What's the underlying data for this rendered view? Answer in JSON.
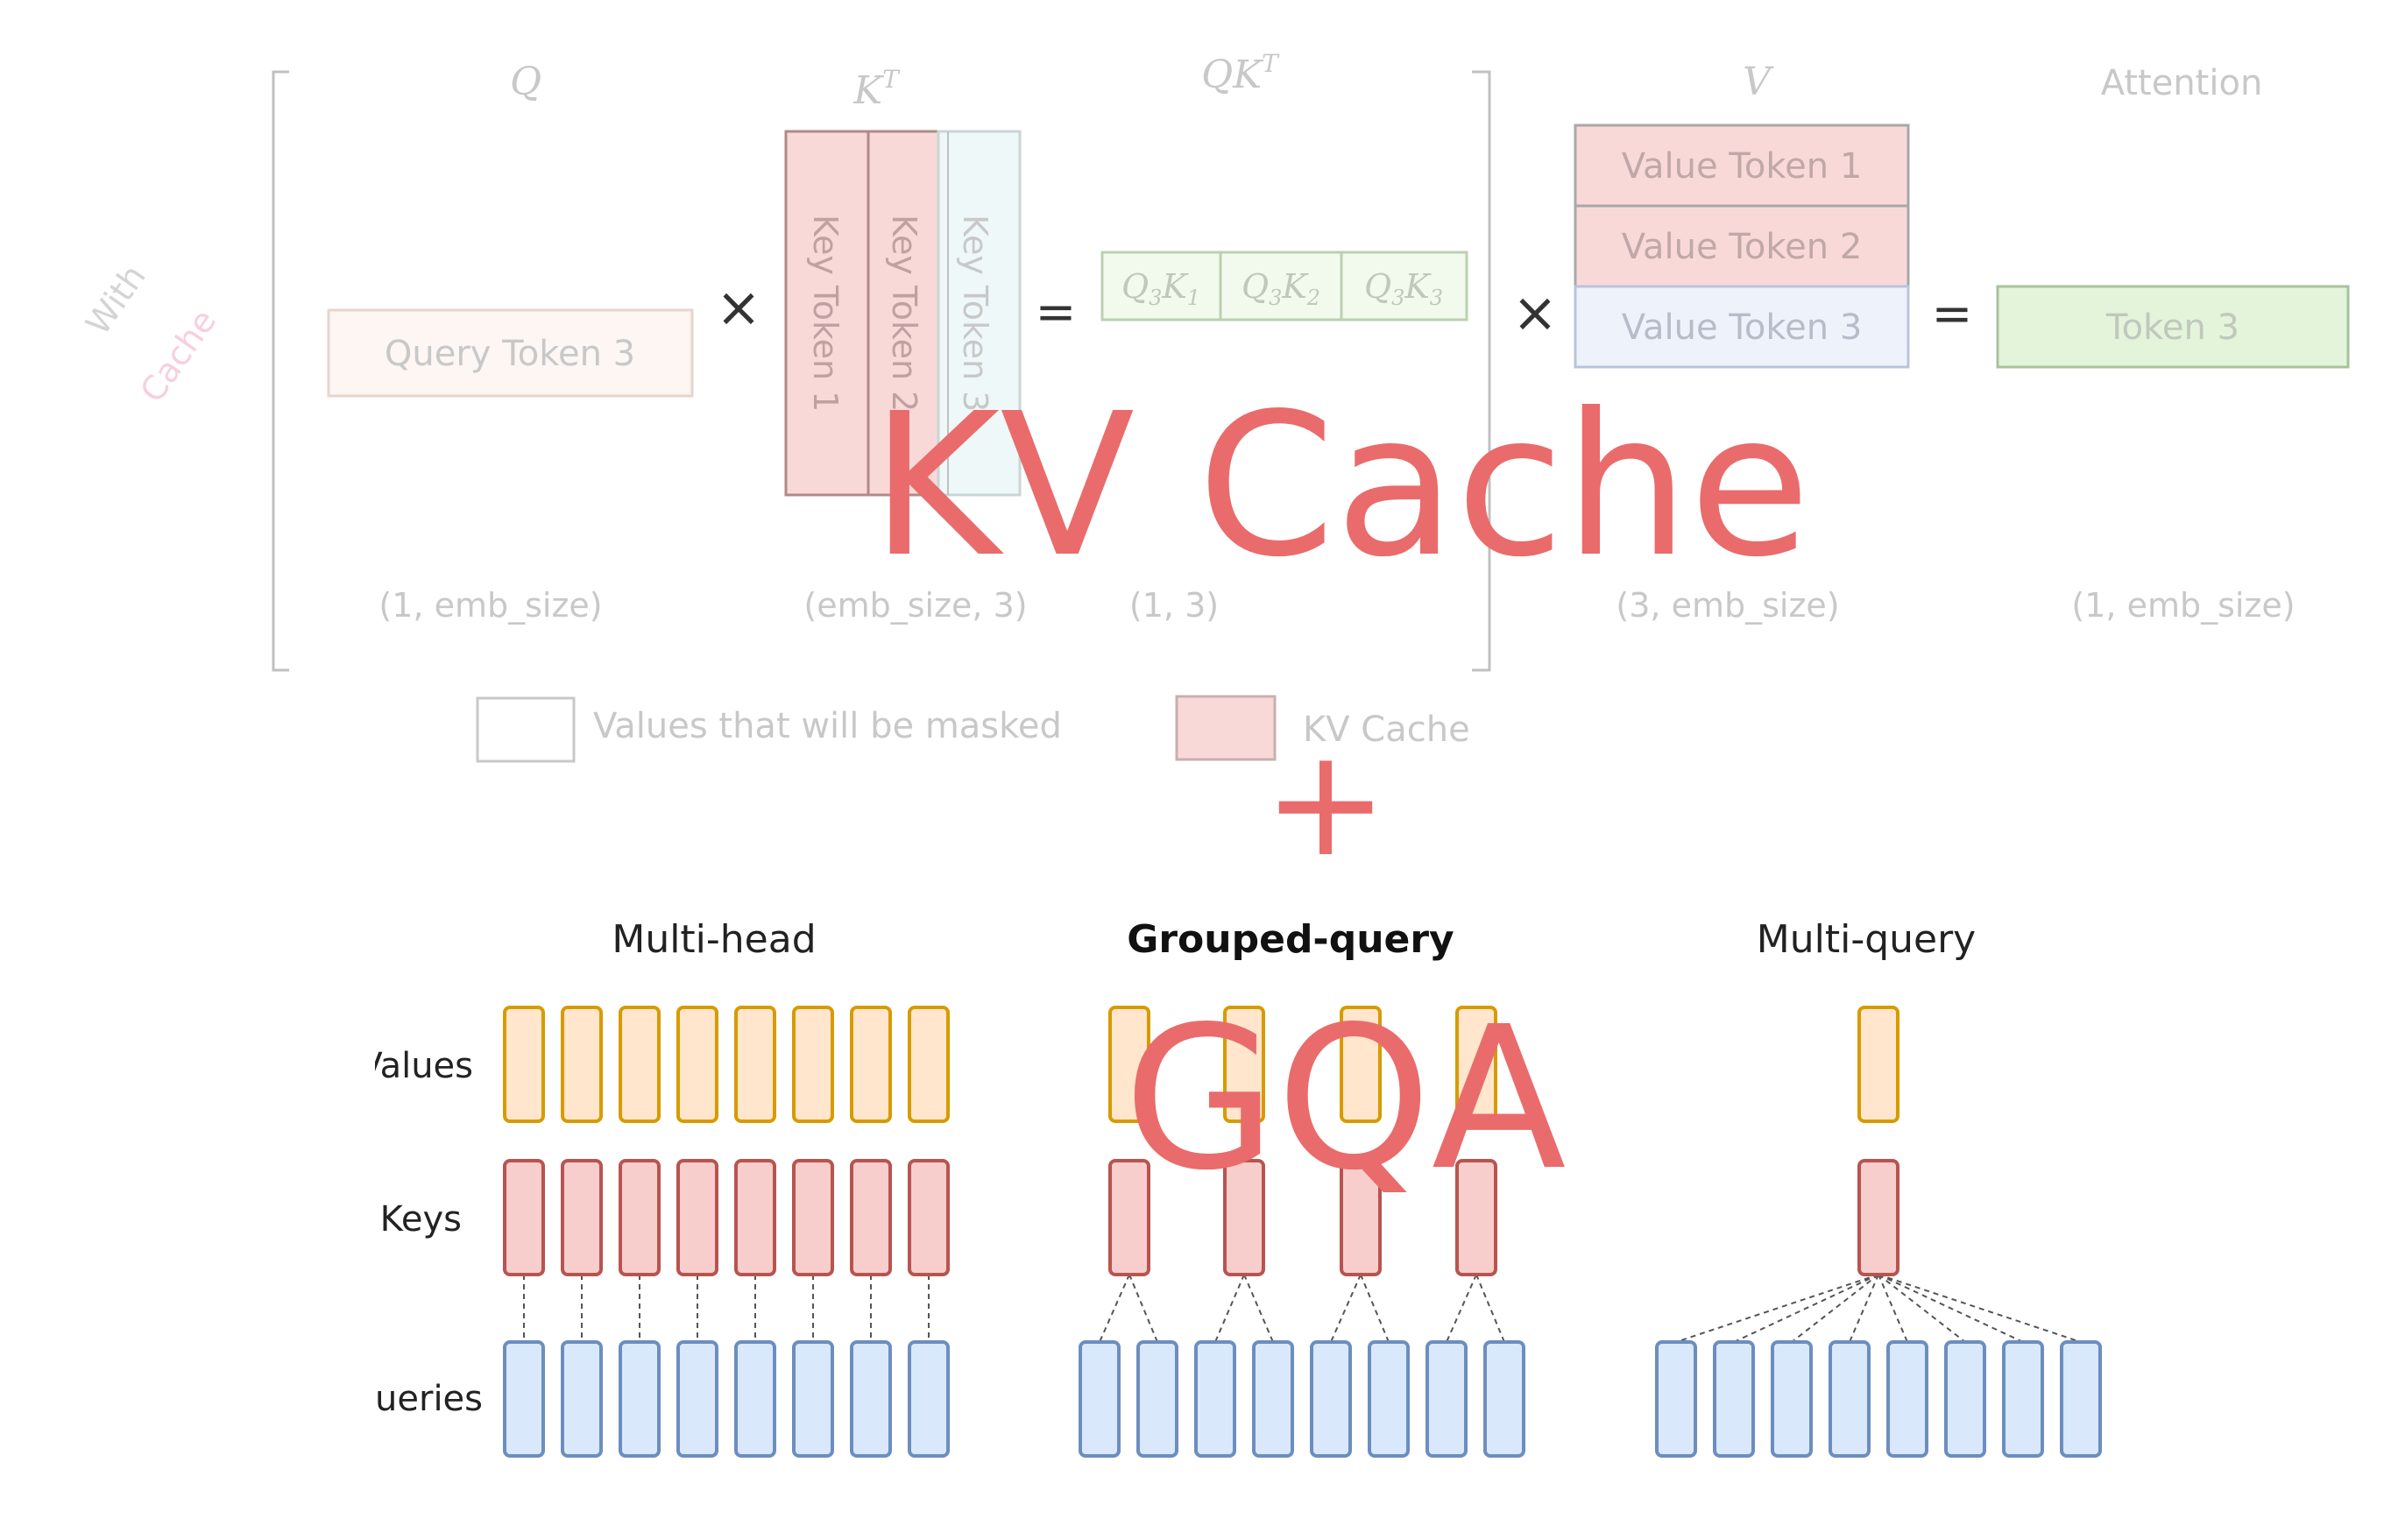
{
  "kv_section": {
    "side_label_with": "With",
    "side_label_cache": "Cache",
    "headers": {
      "q": "Q",
      "kt": "K",
      "kt_sup": "T",
      "qkt": "QK",
      "qkt_sup": "T",
      "v": "V",
      "attention": "Attention"
    },
    "query_token": "Query Token 3",
    "key_tokens": [
      "Key Token 1",
      "Key Token 2",
      "Key Token 3"
    ],
    "qk_cells": [
      {
        "q": "Q",
        "qs": "3",
        "k": "K",
        "ks": "1"
      },
      {
        "q": "Q",
        "qs": "3",
        "k": "K",
        "ks": "2"
      },
      {
        "q": "Q",
        "qs": "3",
        "k": "K",
        "ks": "3"
      }
    ],
    "value_tokens": [
      "Value Token 1",
      "Value Token 2",
      "Value Token 3"
    ],
    "result_token": "Token 3",
    "operators": {
      "times": "×",
      "equals": "="
    },
    "dims": {
      "q": "(1, emb_size)",
      "kt": "(emb_size, 3)",
      "qkt": "(1, 3)",
      "v": "(3, emb_size)",
      "attention": "(1, emb_size)"
    },
    "legend": {
      "masked": "Values that will be masked",
      "kv_cache": "KV Cache"
    }
  },
  "overlay": {
    "kv_cache_title": "KV Cache",
    "plus": "+",
    "gqa_title": "GQA",
    "color": "#ea6b6b"
  },
  "gqa_section": {
    "titles": {
      "multi_head": "Multi-head",
      "grouped_query": "Grouped-query",
      "multi_query": "Multi-query"
    },
    "row_labels": {
      "values": "Values",
      "keys": "Keys",
      "queries": "Queries"
    },
    "heads": 8,
    "groups": 4
  },
  "colors": {
    "value_fill": "#ffe6cc",
    "value_stroke": "#d79b00",
    "key_fill": "#f8cecc",
    "key_stroke": "#b85450",
    "query_fill": "#dae8fc",
    "query_stroke": "#6c8ebf"
  }
}
